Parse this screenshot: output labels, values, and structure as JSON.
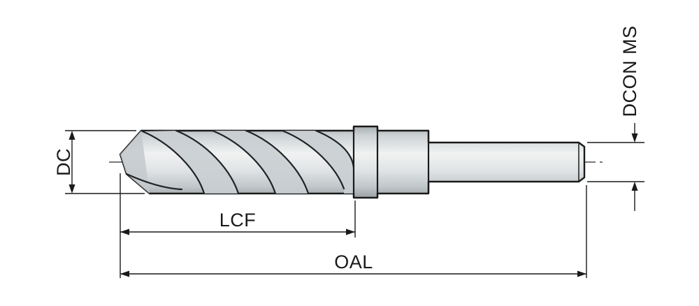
{
  "diagram": {
    "kind": "technical-drawing",
    "dimension_labels": {
      "diameter": "DC",
      "flute_length": "LCF",
      "overall_length": "OAL",
      "shank_diameter": "DCON MS"
    },
    "colors": {
      "outline": "#1a1a1a",
      "dimension_line": "#1a1a1a",
      "metal_light": "#f0f2f2",
      "metal_mid": "#d9dddf",
      "metal_dark": "#a6adb1",
      "flute_shade": "#c9ced1",
      "tip_shade": "#c3c9cc",
      "background": "#ffffff"
    }
  }
}
